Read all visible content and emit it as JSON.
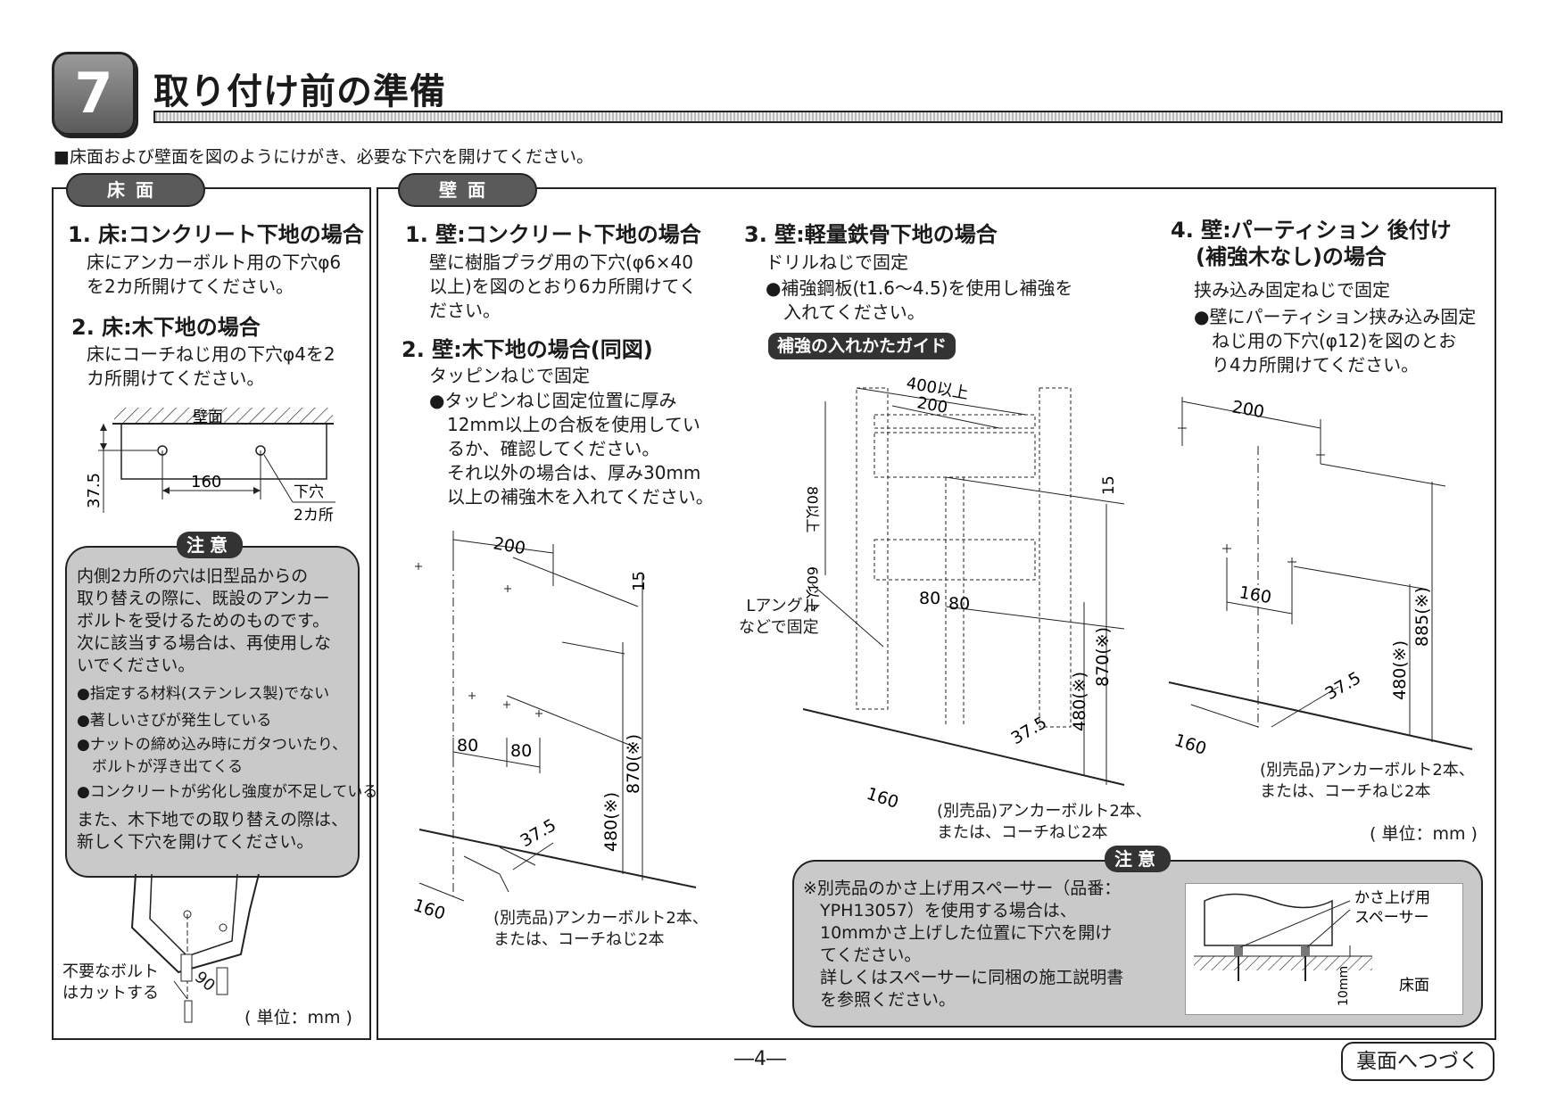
{
  "section": {
    "number": "7",
    "title": "取り付け前の準備"
  },
  "intro": "■床面および壁面を図のようにけがき、必要な下穴を開けてください。",
  "floor": {
    "tab": "床面",
    "h1": "1. 床:コンクリート下地の場合",
    "b1": [
      "床にアンカーボルト用の下穴φ6",
      "を2カ所開けてください。"
    ],
    "h2": "2. 床:木下地の場合",
    "b2": [
      "床にコーチねじ用の下穴φ4を2",
      "カ所開けてください。"
    ],
    "diagram": {
      "wall": "壁面",
      "dim_y": "37.5",
      "dim_x": "160",
      "holes": [
        "下穴",
        "2カ所"
      ]
    },
    "note": {
      "tag": "注意",
      "lines": [
        "内側2カ所の穴は旧型品からの",
        "取り替えの際に、既設のアンカー",
        "ボルトを受けるためのものです。",
        "次に該当する場合は、再使用しな",
        "いでください。"
      ],
      "bullets": [
        "●指定する材料(ステンレス製)でない",
        "●著しいさびが発生している",
        "●ナットの締め込み時にガタついたり、",
        "　ボルトが浮き出てくる",
        "●コンクリートが劣化し強度が不足している"
      ],
      "tail": [
        "また、木下地での取り替えの際は、",
        "新しく下穴を開けてください。"
      ]
    },
    "bottom": {
      "cut": [
        "不要なボルト",
        "はカットする"
      ],
      "dim": "90",
      "unit": "( 単位：mm )"
    }
  },
  "wall": {
    "tab": "壁面",
    "c1": {
      "h1": "1. 壁:コンクリート下地の場合",
      "b1": [
        "壁に樹脂プラグ用の下穴(φ6×40",
        "以上)を図のとおり6カ所開けてく",
        "ださい。"
      ],
      "h2": "2. 壁:木下地の場合(同図)",
      "sub": "タッピンねじで固定",
      "bullet": [
        "●タッピンねじ固定位置に厚み",
        "　12mm以上の合板を使用してい",
        "　るか、確認してください。",
        "　それ以外の場合は、厚み30mm",
        "　以上の補強木を入れてください。"
      ],
      "dims": {
        "d200": "200",
        "d15": "15",
        "d80a": "80",
        "d80b": "80",
        "d870": "870(※)",
        "d480": "480(※)",
        "d375": "37.5",
        "d160": "160"
      },
      "caption": [
        "(別売品)アンカーボルト2本、",
        "または、コーチねじ2本"
      ]
    },
    "c3": {
      "h": "3. 壁:軽量鉄骨下地の場合",
      "sub": "ドリルねじで固定",
      "bullet": [
        "●補強鋼板(t1.6～4.5)を使用し補強を",
        "　入れてください。"
      ],
      "guide": "補強の入れかたガイド",
      "dims": {
        "d400": "400以上",
        "d200": "200",
        "d80up": "80以上",
        "d60up": "60以上",
        "d15": "15",
        "d80a": "80",
        "d80b": "80",
        "d870": "870(※)",
        "d480": "480(※)",
        "d375": "37.5",
        "d160": "160"
      },
      "langle": [
        "Lアングル",
        "などで固定"
      ],
      "caption": [
        "(別売品)アンカーボルト2本、",
        "または、コーチねじ2本"
      ]
    },
    "c4": {
      "h": [
        "4. 壁:パーティション 後付け",
        "(補強木なし)の場合"
      ],
      "sub": "挟み込み固定ねじで固定",
      "bullet": [
        "●壁にパーティション挟み込み固定",
        "　ねじ用の下穴(φ12)を図のとお",
        "　り4カ所開けてください。"
      ],
      "dims": {
        "d200": "200",
        "d160a": "160",
        "d885": "885(※)",
        "d480": "480(※)",
        "d375": "37.5",
        "d160": "160"
      },
      "caption": [
        "(別売品)アンカーボルト2本、",
        "または、コーチねじ2本"
      ],
      "unit": "( 単位：mm )"
    },
    "note": {
      "tag": "注意",
      "lines": [
        "※別売品のかさ上げ用スペーサー（品番：",
        "　YPH13057）を使用する場合は、",
        "　10mmかさ上げした位置に下穴を開け",
        "　てください。",
        "　詳しくはスペーサーに同梱の施工説明書",
        "　を参照ください。"
      ],
      "fig": {
        "spacer": [
          "かさ上げ用",
          "スペーサー"
        ],
        "h10": "10mm",
        "floor": "床面"
      }
    }
  },
  "footer": {
    "page": "―4―",
    "continue": "裏面へつづく"
  }
}
